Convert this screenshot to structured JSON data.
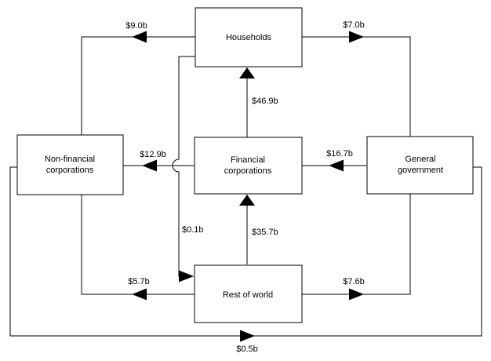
{
  "diagram": {
    "type": "sector-financial-flow-diagram",
    "colors": {
      "background": "#ffffff",
      "line": "#000000",
      "box_fill": "#ffffff",
      "text": "#000000"
    }
  },
  "nodes": {
    "households": {
      "label": "Households"
    },
    "non_financial": {
      "line1": "Non-financial",
      "line2": "corporations"
    },
    "financial": {
      "line1": "Financial",
      "line2": "corporations"
    },
    "general_government": {
      "line1": "General",
      "line2": "government"
    },
    "rest_of_world": {
      "label": "Rest of world"
    }
  },
  "flows": {
    "households_to_non_financial": {
      "from": "Households",
      "to": "Non-financial corporations",
      "label": "$9.0b"
    },
    "households_to_general_government": {
      "from": "Households",
      "to": "General government",
      "label": "$7.0b"
    },
    "financial_to_households": {
      "from": "Financial corporations",
      "to": "Households",
      "label": "$46.9b"
    },
    "financial_to_non_financial": {
      "from": "Financial corporations",
      "to": "Non-financial corporations",
      "label": "$12.9b"
    },
    "general_government_to_financial": {
      "from": "General government",
      "to": "Financial corporations",
      "label": "$16.7b"
    },
    "households_to_rest_of_world": {
      "from": "Households",
      "to": "Rest of world",
      "label": "$0.1b"
    },
    "rest_of_world_to_financial": {
      "from": "Rest of world",
      "to": "Financial corporations",
      "label": "$35.7b"
    },
    "rest_of_world_to_non_financial": {
      "from": "Rest of world",
      "to": "Non-financial corporations",
      "label": "$5.7b"
    },
    "rest_of_world_to_general_government": {
      "from": "Rest of world",
      "to": "General government",
      "label": "$7.6b"
    },
    "non_financial_to_general_government": {
      "from": "Non-financial corporations",
      "to": "General government",
      "label": "$0.5b"
    }
  }
}
